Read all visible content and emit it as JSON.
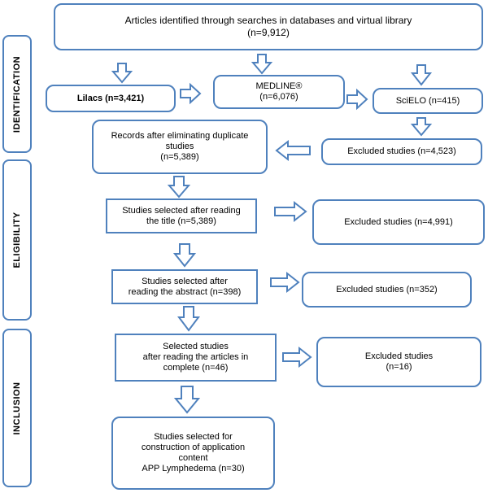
{
  "stages": {
    "identification": "IDENTIFICATION",
    "eligibility": "ELIGIBILITY",
    "inclusion": "INCLUSION"
  },
  "boxes": {
    "total": "Articles identified through searches in databases and virtual library\n(n=9,912)",
    "lilacs": "Lilacs (n=3,421)",
    "medline": "MEDLINE®\n(n=6,076)",
    "scielo": "SciELO (n=415)",
    "after_duplicates": "Records after eliminating duplicate studies\n(n=5,389)",
    "excluded_duplicates": "Excluded studies (n=4,523)",
    "after_title": "Studies selected after reading\nthe title (n=5,389)",
    "excluded_title": "Excluded studies (n=4,991)",
    "after_abstract": "Studies selected after\nreading the abstract (n=398)",
    "excluded_abstract": "Excluded studies (n=352)",
    "after_articles": "Selected studies\nafter reading the articles in\ncomplete (n=46)",
    "excluded_articles": "Excluded studies\n(n=16)",
    "final": "Studies selected for\nconstruction of application\ncontent\nAPP Lymphedema (n=30)"
  },
  "colors": {
    "border": "#4f81bd",
    "arrow_fill": "#ffffff"
  }
}
